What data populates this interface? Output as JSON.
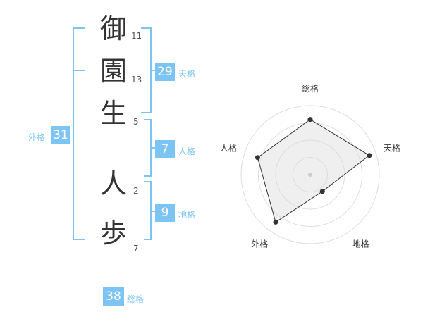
{
  "name": {
    "chars": [
      {
        "char": "御",
        "strokes": "11"
      },
      {
        "char": "園",
        "strokes": "13"
      },
      {
        "char": "生",
        "strokes": "5"
      },
      {
        "char": "人",
        "strokes": "2"
      },
      {
        "char": "歩",
        "strokes": "7"
      }
    ]
  },
  "scores": {
    "tenkaku": {
      "value": "29",
      "label": "天格"
    },
    "jinkaku": {
      "value": "7",
      "label": "人格"
    },
    "chikaku": {
      "value": "9",
      "label": "地格"
    },
    "gaikaku": {
      "value": "31",
      "label": "外格"
    },
    "soukaku": {
      "value": "38",
      "label": "総格"
    }
  },
  "colors": {
    "accent": "#7cc4f3",
    "text": "#333333"
  },
  "chart_data": {
    "type": "radar",
    "axes": [
      "総格",
      "天格",
      "地格",
      "外格",
      "人格"
    ],
    "values": [
      0.8,
      0.9,
      0.3,
      0.85,
      0.8
    ],
    "range": [
      0,
      1
    ],
    "rings": 4
  }
}
